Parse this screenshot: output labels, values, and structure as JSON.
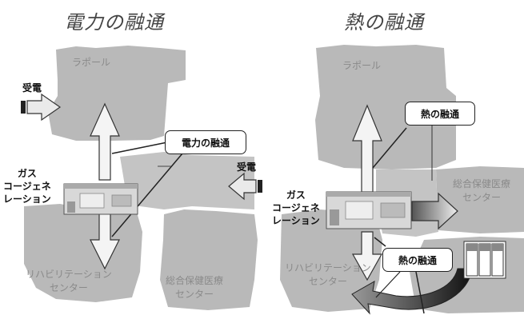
{
  "left": {
    "title": "電力の融通",
    "building_top": "ラポール",
    "building_left_lines": [
      "リハビリテーション",
      "センター"
    ],
    "building_right_lines": [
      "総合保健医療",
      "センター"
    ],
    "plant_lines": [
      "ガス",
      "コージェネ",
      "レーション"
    ],
    "receive_top": "受電",
    "receive_right": "受電",
    "callout": "電力の融通"
  },
  "right": {
    "title": "熱の融通",
    "building_top": "ラポール",
    "building_left_lines": [
      "リハビリテーション",
      "センター"
    ],
    "building_right_lines": [
      "総合保健医療",
      "センター"
    ],
    "plant_lines": [
      "ガス",
      "コージェネ",
      "レーション"
    ],
    "callout_top": "熱の融通",
    "callout_bottom": "熱の融通"
  }
}
